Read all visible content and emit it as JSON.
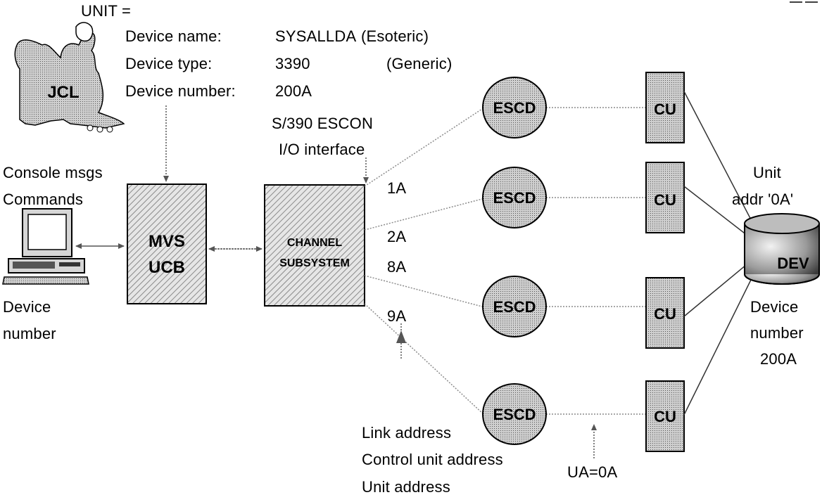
{
  "unit": {
    "heading": "UNIT =",
    "rows": [
      {
        "label": "Device name:",
        "value": "SYSALLDA",
        "kind": "(Esoteric)"
      },
      {
        "label": "Device type:",
        "value": "3390",
        "kind": "(Generic)"
      },
      {
        "label": "Device number:",
        "value": "200A"
      }
    ]
  },
  "jcl_label": "JCL",
  "escon": {
    "line1": "S/390 ESCON",
    "line2": "I/O interface"
  },
  "console": {
    "line1": "Console msgs",
    "line2": "Commands"
  },
  "device_number_left": {
    "line1": "Device",
    "line2": "number"
  },
  "mvs": {
    "line1": "MVS",
    "line2": "UCB"
  },
  "channel": {
    "line1": "CHANNEL",
    "line2": "SUBSYSTEM"
  },
  "channels": [
    "1A",
    "2A",
    "8A",
    "9A"
  ],
  "escd_label": "ESCD",
  "cu_label": "CU",
  "unit_addr": {
    "line1": "Unit",
    "line2": "addr '0A'"
  },
  "dev_label": "DEV",
  "device_number_right": {
    "line1": "Device",
    "line2": "number",
    "line3": "200A"
  },
  "addresses": [
    "Link address",
    "Control unit address",
    "Unit address"
  ],
  "ua": "UA=0A",
  "colors": {
    "fill": "#d0d0d0",
    "stroke": "#000000",
    "line": "#9a9a9a"
  }
}
